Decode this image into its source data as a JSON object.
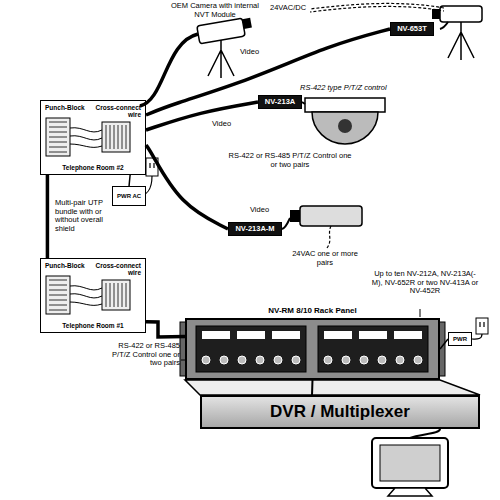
{
  "diagram": {
    "nodes": [
      {
        "text": [
          "Punch-Block",
          "Cross-connect wire",
          "Telephone Room #2"
        ]
      },
      {
        "text": [
          "Punch-Block",
          "Cross-connect wire",
          "Telephone Room #1"
        ]
      },
      {
        "text": [
          "NV-653T"
        ]
      },
      {
        "text": [
          "NV-213A"
        ]
      },
      {
        "text": [
          "NV-213A-M"
        ]
      },
      {
        "text": [
          "NV-RM 8/10 Rack Panel"
        ]
      },
      {
        "text": [
          "DVR / Multiplexer"
        ]
      },
      {
        "text": [
          "PWR AC"
        ]
      },
      {
        "text": [
          "PWR"
        ]
      }
    ],
    "edges": [
      {
        "from": 2,
        "to": 0,
        "arrow": "none"
      },
      {
        "from": 3,
        "to": 0,
        "arrow": "none"
      },
      {
        "from": 4,
        "to": 0,
        "arrow": "none"
      },
      {
        "from": 7,
        "to": 0,
        "arrow": "none"
      },
      {
        "from": 0,
        "to": 1,
        "label": "Multi-pair UTP bundle with or without overall shield",
        "arrow": "none"
      },
      {
        "from": 1,
        "to": 5,
        "arrow": "none"
      },
      {
        "from": 5,
        "to": 6,
        "arrow": "none"
      },
      {
        "from": 8,
        "to": 5,
        "arrow": "none"
      }
    ],
    "labels": [
      "OEM Camera with internal NVT Module",
      "Video",
      "24VAC/DC",
      "RS-422 type P/T/Z control",
      "Video",
      "RS-422 or RS-485 P/T/Z Control one or two pairs",
      "Video",
      "24VAC one or more pairs",
      "Up to ten NV-212A, NV-213A(-M), NV-652R or two NV-413A or NV-452R",
      "RS-422 or RS-485 P/T/Z Control one or two pairs"
    ]
  }
}
